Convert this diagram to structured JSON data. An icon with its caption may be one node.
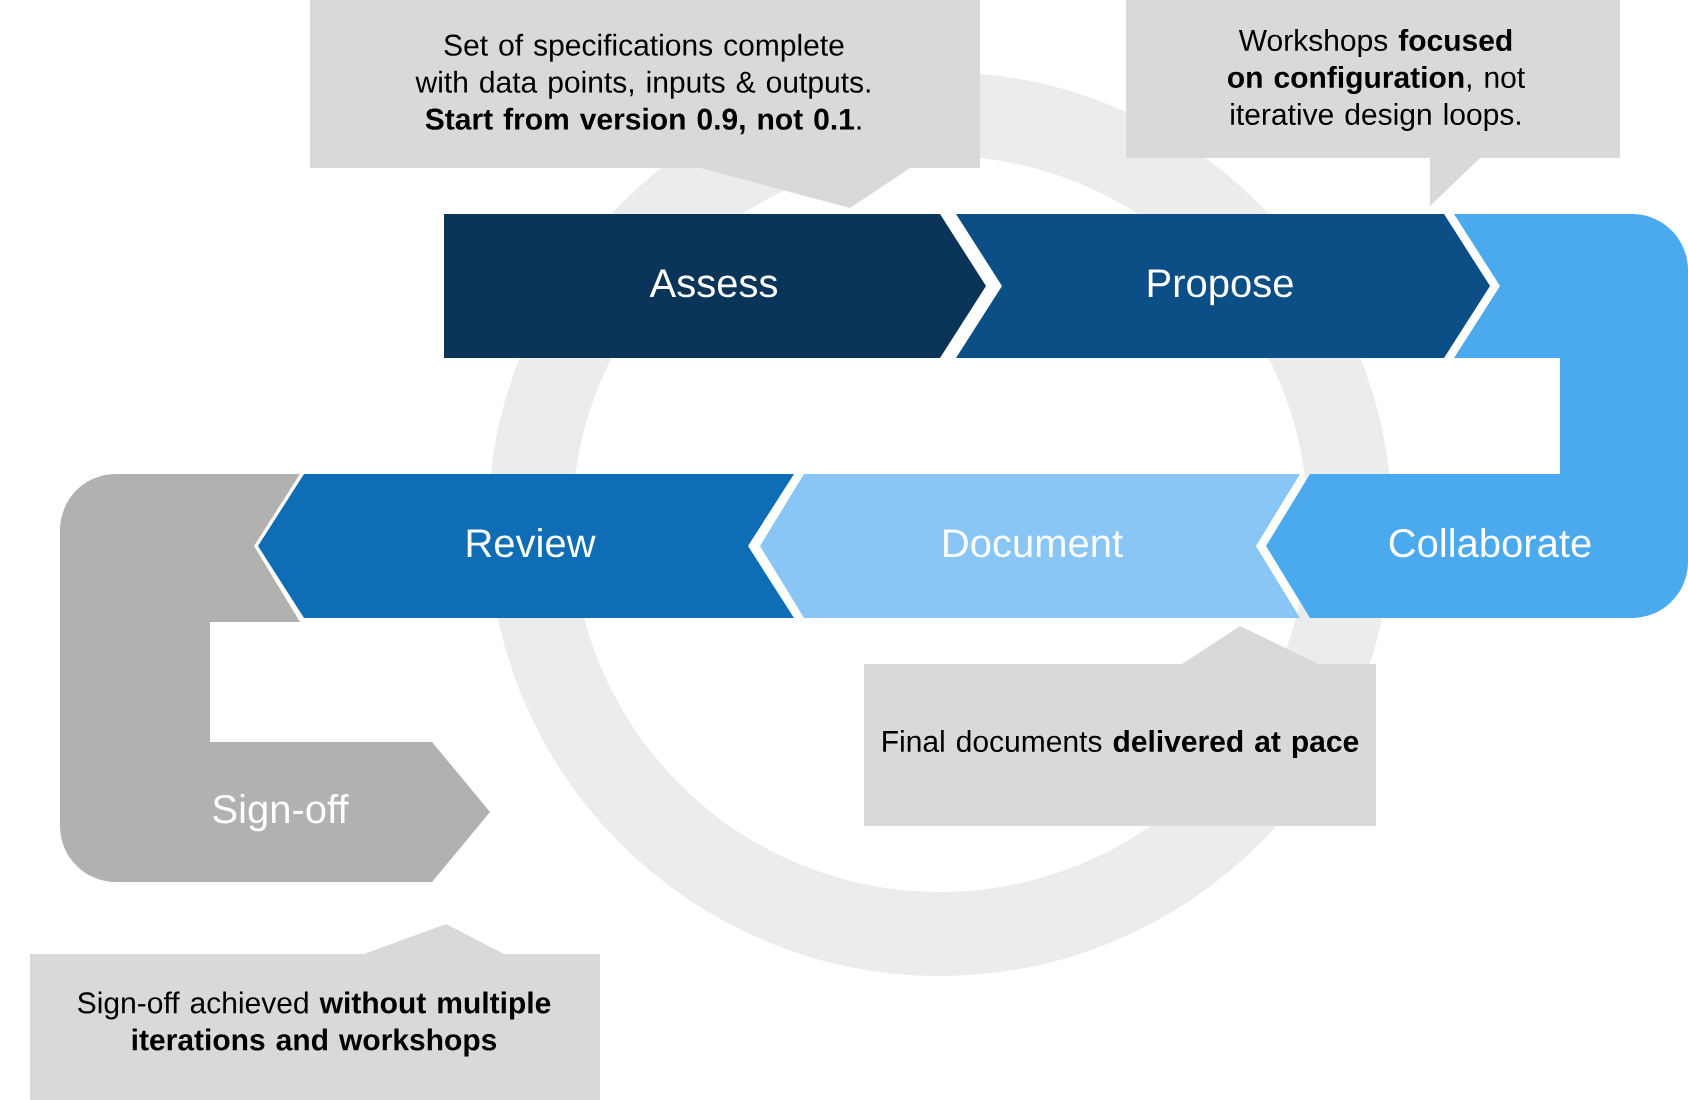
{
  "diagram": {
    "nodes": [
      {
        "text": [
          "Set of specifications complete with data points, inputs & outputs. **Start from version 0.9, not 0.1**."
        ]
      },
      {
        "text": [
          "Workshops **focused on configuration**, not iterative design loops."
        ]
      },
      {
        "text": [
          "Assess"
        ]
      },
      {
        "text": [
          "Propose"
        ]
      },
      {
        "text": [
          "Collaborate"
        ]
      },
      {
        "text": [
          "Review"
        ]
      },
      {
        "text": [
          "Document"
        ]
      },
      {
        "text": [
          "Sign-off"
        ]
      },
      {
        "text": [
          "Final documents **delivered at pace**"
        ]
      },
      {
        "text": [
          "Sign-off achieved **without multiple iterations and workshops**"
        ]
      }
    ]
  }
}
